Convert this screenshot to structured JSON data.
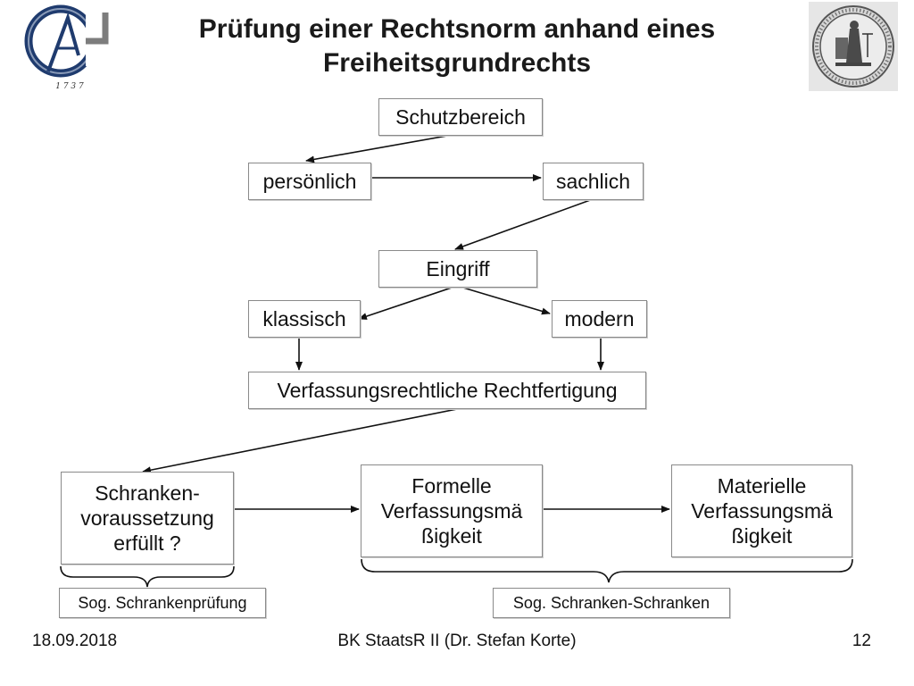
{
  "title": {
    "line1": "Prüfung einer Rechtsnorm anhand eines",
    "line2": "Freiheitsgrundrechts"
  },
  "logo": {
    "letters": "GA",
    "year": "1 7 3 7",
    "icon": "university-monogram-logo"
  },
  "seal": {
    "icon": "university-seal"
  },
  "nodes": {
    "schutzbereich": "Schutzbereich",
    "persoenlich": "persönlich",
    "sachlich": "sachlich",
    "eingriff": "Eingriff",
    "klassisch": "klassisch",
    "modern": "modern",
    "rechtfertigung": "Verfassungsrechtliche Rechtfertigung",
    "schranken": {
      "l1": "Schranken-",
      "l2": "voraussetzung",
      "l3": "erfüllt ?"
    },
    "formelle": {
      "l1": "Formelle",
      "l2": "Verfassungsmä",
      "l3": "ßigkeit"
    },
    "materielle": {
      "l1": "Materielle",
      "l2": "Verfassungsmä",
      "l3": "ßigkeit"
    },
    "schrankenpruefung": "Sog. Schrankenprüfung",
    "schrankenschranken": "Sog. Schranken-Schranken"
  },
  "footer": {
    "date": "18.09.2018",
    "center": "BK StaatsR II (Dr. Stefan Korte)",
    "page": "12"
  }
}
